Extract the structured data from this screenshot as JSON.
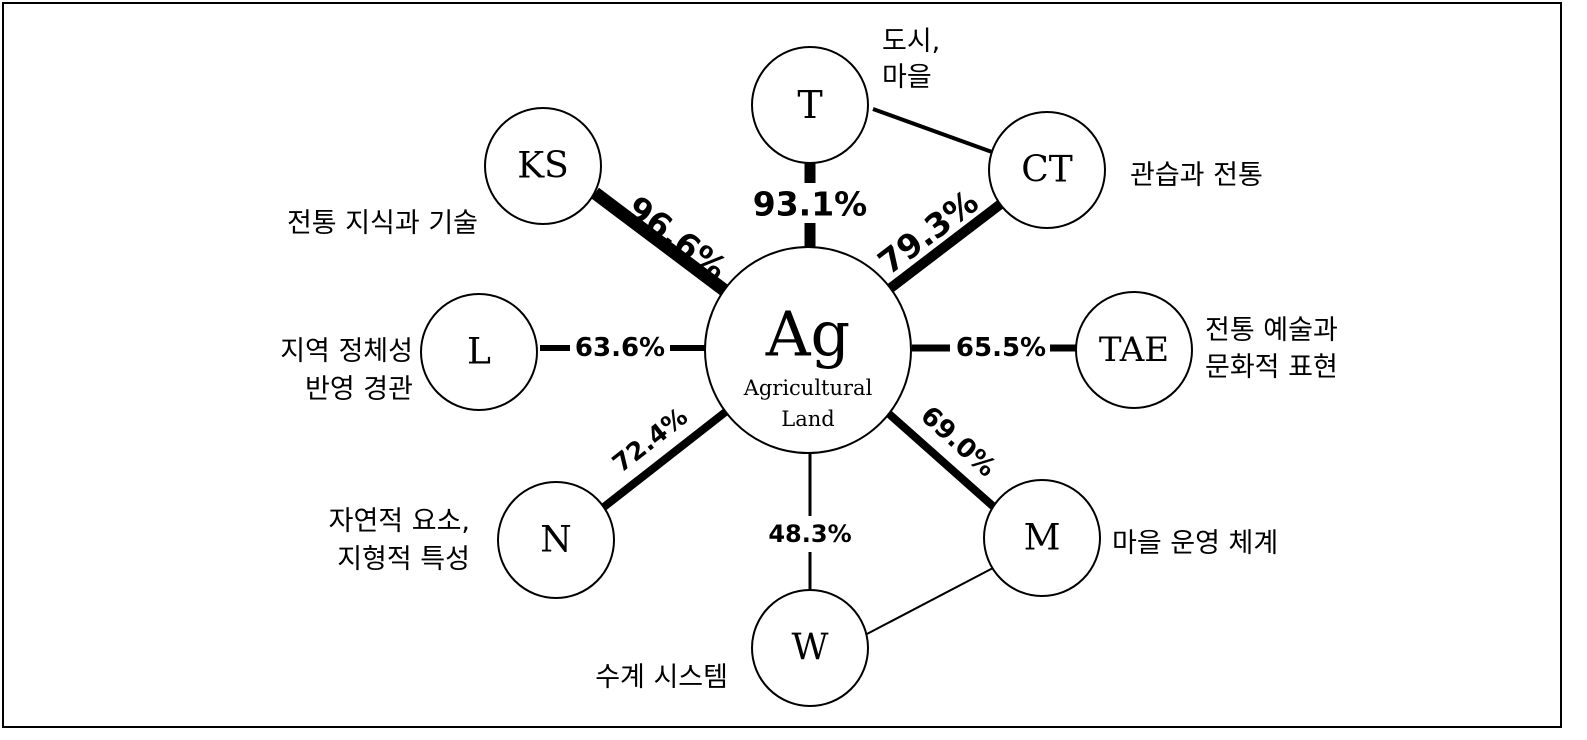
{
  "center": {
    "symbol": "Ag",
    "subtitle_line1": "Agricultural",
    "subtitle_line2": "Land"
  },
  "nodes": [
    {
      "id": "T",
      "label": "T",
      "desc": [
        "도시,",
        "마을"
      ],
      "percent": "93.1%"
    },
    {
      "id": "CT",
      "label": "CT",
      "desc": [
        "관습과 전통"
      ],
      "percent": "79.3%"
    },
    {
      "id": "TAE",
      "label": "TAE",
      "desc": [
        "전통 예술과",
        "문화적 표현"
      ],
      "percent": "65.5%"
    },
    {
      "id": "M",
      "label": "M",
      "desc": [
        "마을 운영 체계"
      ],
      "percent": "69.0%"
    },
    {
      "id": "W",
      "label": "W",
      "desc": [
        "수계 시스템"
      ],
      "percent": "48.3%"
    },
    {
      "id": "N",
      "label": "N",
      "desc": [
        "자연적 요소,",
        "지형적 특성"
      ],
      "percent": "72.4%"
    },
    {
      "id": "L",
      "label": "L",
      "desc": [
        "지역 정체성",
        "반영 경관"
      ],
      "percent": "63.6%"
    },
    {
      "id": "KS",
      "label": "KS",
      "desc": [
        "전통 지식과 기술"
      ],
      "percent": "96.6%"
    }
  ],
  "links": [
    {
      "from": "T",
      "to": "CT"
    },
    {
      "from": "M",
      "to": "W"
    }
  ],
  "colors": {
    "stroke": "#000000",
    "background": "#ffffff"
  }
}
